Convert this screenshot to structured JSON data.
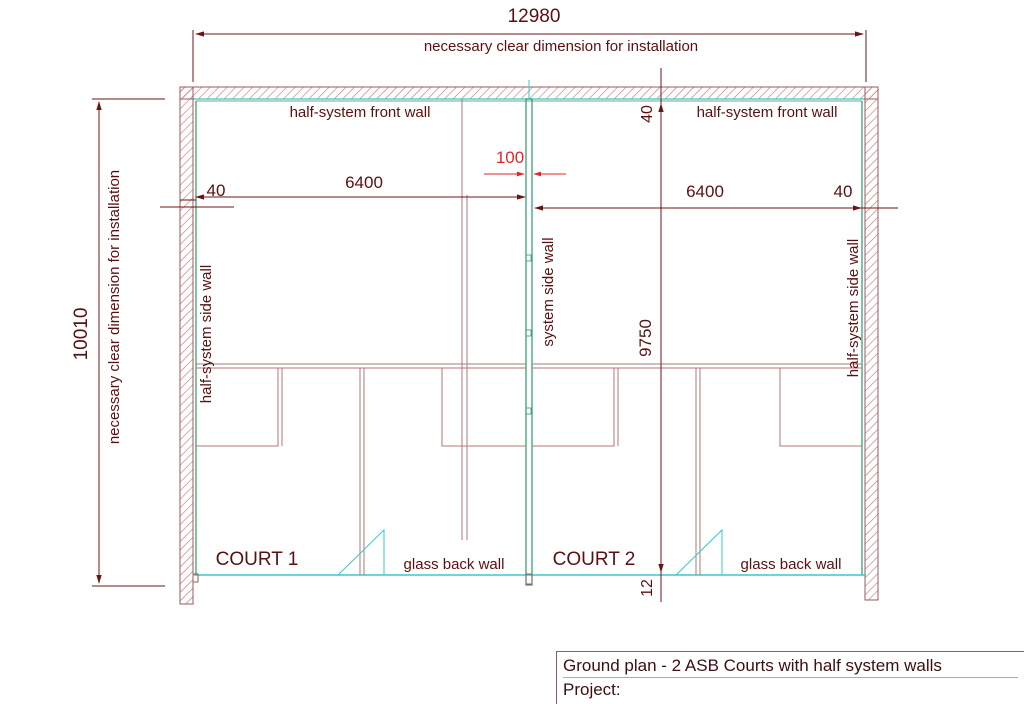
{
  "dimensions": {
    "overall_width": "12980",
    "overall_width_note": "necessary clear dimension for installation",
    "overall_depth": "10010",
    "overall_depth_note": "necessary clear dimension for installation",
    "court_width_left": "6400",
    "court_width_right": "6400",
    "gap_left": "40",
    "gap_right": "40",
    "front_gap": "40",
    "system_wall_thickness": "100",
    "court_length": "9750",
    "back_gap": "12"
  },
  "labels": {
    "front_wall_left": "half-system front wall",
    "front_wall_right": "half-system front wall",
    "side_wall_left": "half-system side wall",
    "side_wall_right": "half-system side wall",
    "system_side_wall": "system side wall",
    "court1": "COURT 1",
    "court2": "COURT 2",
    "back_wall_left": "glass back wall",
    "back_wall_right": "glass back wall"
  },
  "title_block": {
    "line1": "Ground  plan  -  2 ASB Courts with half system walls",
    "line2": "Project:"
  },
  "colors": {
    "dimension": "#5a1010",
    "highlight": "#e0262a",
    "wall": "#9a5a5a",
    "glass": "#3ac8c8",
    "court_line": "#2a9a6a"
  }
}
